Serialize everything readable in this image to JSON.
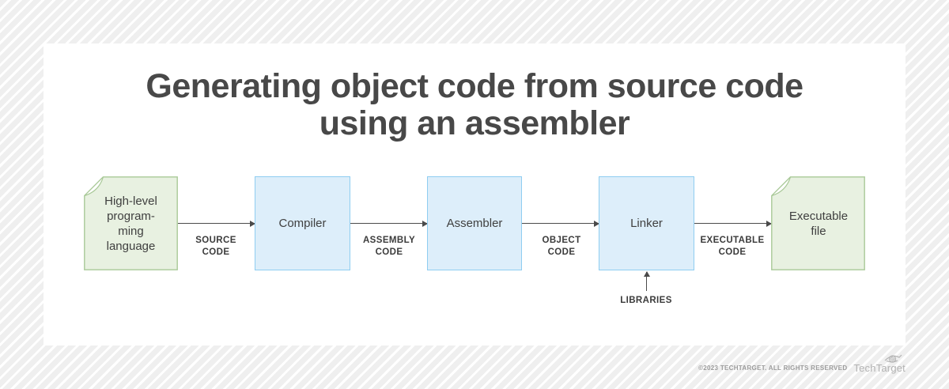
{
  "page": {
    "title": "Generating object code from source code\nusing an assembler"
  },
  "diagram": {
    "nodes": [
      {
        "id": "high-level-language",
        "type": "document",
        "label": "High-level\nprogram-\nming\nlanguage"
      },
      {
        "id": "compiler",
        "type": "process",
        "label": "Compiler"
      },
      {
        "id": "assembler",
        "type": "process",
        "label": "Assembler"
      },
      {
        "id": "linker",
        "type": "process",
        "label": "Linker"
      },
      {
        "id": "executable-file",
        "type": "document",
        "label": "Executable\nfile"
      }
    ],
    "edge_labels": [
      "SOURCE\nCODE",
      "ASSEMBLY\nCODE",
      "OBJECT\nCODE",
      "EXECUTABLE\nCODE"
    ],
    "libraries_label": "LIBRARIES"
  },
  "footer": {
    "copyright": "©2023 TECHTARGET. ALL RIGHTS RESERVED",
    "brand": "TechTarget"
  },
  "colors": {
    "doc_fill": "#e8f1e1",
    "doc_border": "#a9c998",
    "process_fill": "#ddeefa",
    "process_border": "#8fcdf1",
    "arrow": "#4a4a4a",
    "title_text": "#484848",
    "label_text": "#3b3b3b",
    "node_text": "#3f3f3f",
    "footer_text": "#9c9c9c",
    "brand_text": "#b3b3b3"
  }
}
